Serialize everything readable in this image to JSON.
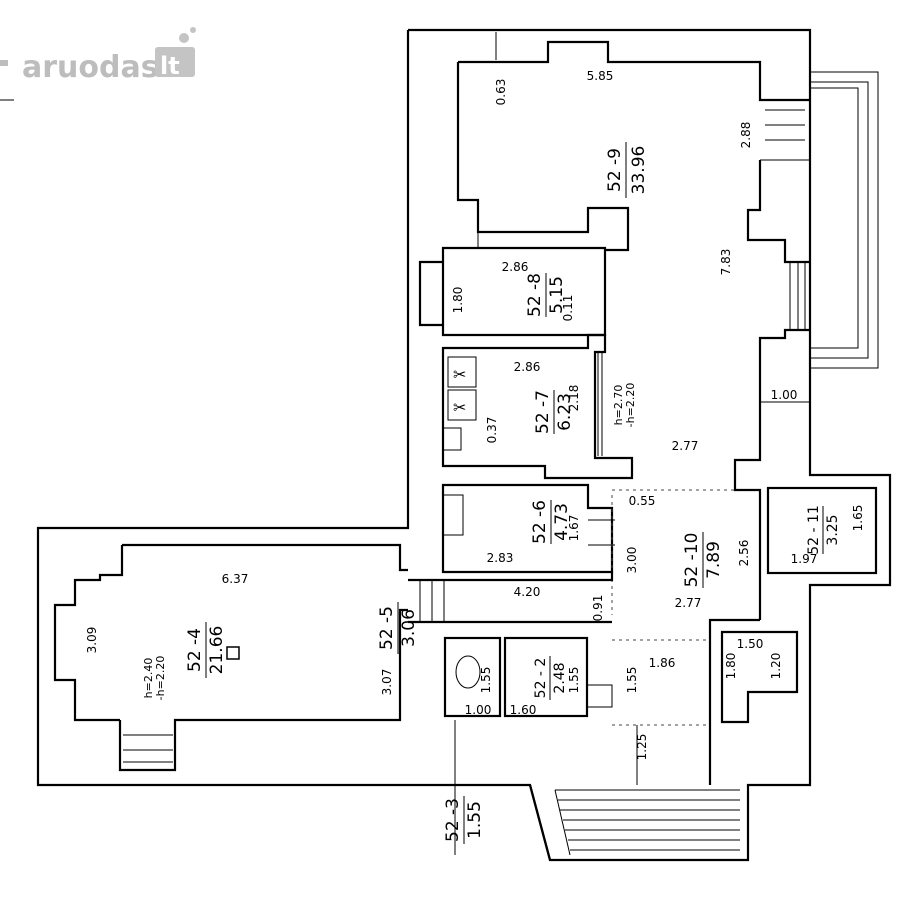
{
  "watermark": {
    "brand": "aruodas",
    "suffix": "lt"
  },
  "rooms": {
    "r9": {
      "id": "52 -9",
      "area": "33.96"
    },
    "r8": {
      "id": "52 -8",
      "area": "5.15"
    },
    "r7": {
      "id": "52 -7",
      "area": "6.23"
    },
    "r6": {
      "id": "52 -6",
      "area": "4.73"
    },
    "r10": {
      "id": "52 -10",
      "area": "7.89"
    },
    "r11": {
      "id": "52 - 11",
      "area": "3.25"
    },
    "r4": {
      "id": "52 -4",
      "area": "21.66"
    },
    "r5": {
      "id": "52 -5",
      "area": "3.06"
    },
    "r2": {
      "id": "52 - 2",
      "area": "2.48"
    },
    "r3": {
      "id": "52 -3",
      "area": "1.55"
    }
  },
  "dimensions": {
    "d063": "0.63",
    "d585": "5.85",
    "d288": "2.88",
    "d783": "7.83",
    "d286a": "2.86",
    "d180a": "1.80",
    "d011": "0.11",
    "d286b": "2.86",
    "d218": "2.18",
    "d037": "0.37",
    "d100a": "1.00",
    "d277a": "2.77",
    "d055": "0.55",
    "d167": "1.67",
    "d283": "2.83",
    "d300": "3.00",
    "d256": "2.56",
    "d277b": "2.77",
    "d165": "1.65",
    "d197": "1.97",
    "d637": "6.37",
    "d309": "3.09",
    "d420": "4.20",
    "d091": "0.91",
    "d307": "3.07",
    "d150": "1.50",
    "d120": "1.20",
    "d180b": "1.80",
    "d155a": "1.55",
    "d155b": "1.55",
    "d155c": "1.55",
    "d186": "1.86",
    "d100b": "1.00",
    "d160": "1.60",
    "d125": "1.25"
  },
  "heights": {
    "h7_top": "h=2.70",
    "h7_bot": "-h=2.20",
    "h4_top": "h=2.40",
    "h4_bot": "-h=2.20"
  }
}
